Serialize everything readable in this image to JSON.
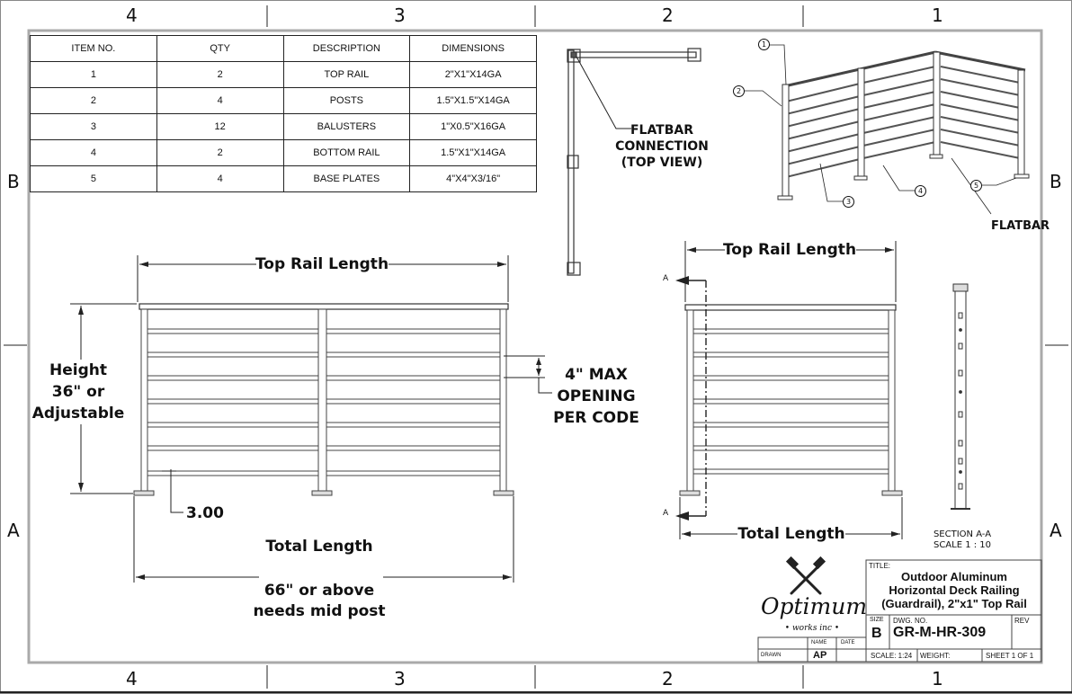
{
  "zones": {
    "top": [
      "4",
      "3",
      "2",
      "1"
    ],
    "bottom": [
      "4",
      "3",
      "2",
      "1"
    ],
    "left": [
      "B",
      "A"
    ],
    "right": [
      "B",
      "A"
    ]
  },
  "bom": {
    "headers": [
      "ITEM NO.",
      "QTY",
      "DESCRIPTION",
      "DIMENSIONS"
    ],
    "rows": [
      [
        "1",
        "2",
        "TOP RAIL",
        "2\"X1\"X14GA"
      ],
      [
        "2",
        "4",
        "POSTS",
        "1.5\"X1.5\"X14GA"
      ],
      [
        "3",
        "12",
        "BALUSTERS",
        "1\"X0.5\"X16GA"
      ],
      [
        "4",
        "2",
        "BOTTOM RAIL",
        "1.5\"X1\"X14GA"
      ],
      [
        "5",
        "4",
        "BASE PLATES",
        "4\"X4\"X3/16\""
      ]
    ]
  },
  "front_view": {
    "top_rail_length": "Top Rail Length",
    "height_line1": "Height",
    "height_line2": "36\" or",
    "height_line3": "Adjustable",
    "opening_line1": "4\" MAX",
    "opening_line2": "OPENING",
    "opening_line3": "PER CODE",
    "gap_value": "3.00",
    "total_length": "Total Length",
    "mid_post_line1": "66\" or above",
    "mid_post_line2": "needs mid post"
  },
  "side_view": {
    "top_rail_length": "Top Rail Length",
    "total_length": "Total Length",
    "section_marker": "A"
  },
  "top_view_label": {
    "line1": "FLATBAR",
    "line2": "CONNECTION",
    "line3": "(TOP VIEW)"
  },
  "iso_view": {
    "balloons": [
      "1",
      "2",
      "3",
      "4",
      "5"
    ],
    "flatbar_label": "FLATBAR"
  },
  "section": {
    "line1": "SECTION A-A",
    "line2": "SCALE 1 : 10"
  },
  "title_block": {
    "logo_name": "Optimum",
    "logo_sub": "• works inc •",
    "title_label": "TITLE:",
    "title_line1": "Outdoor Aluminum",
    "title_line2": "Horizontal Deck Railing",
    "title_line3": "(Guardrail), 2\"x1\" Top Rail",
    "size_label": "SIZE",
    "size_value": "B",
    "dwg_label": "DWG. NO.",
    "dwg_value": "GR-M-HR-309",
    "rev_label": "REV",
    "scale": "SCALE: 1:24",
    "weight": "WEIGHT:",
    "sheet": "SHEET 1 OF 1",
    "name_col": "NAME",
    "date_col": "DATE",
    "drawn_label": "DRAWN",
    "drawn_by": "AP"
  }
}
